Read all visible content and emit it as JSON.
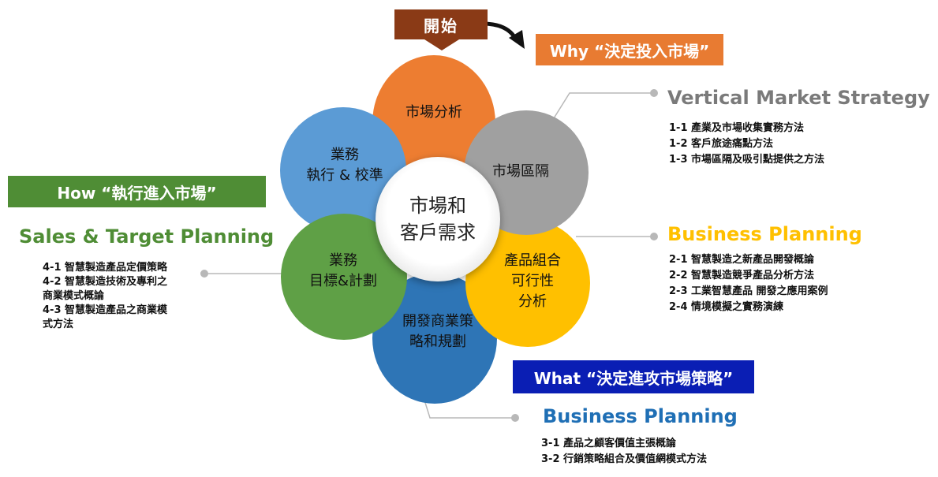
{
  "start": {
    "label": "開始"
  },
  "banners": {
    "why": "Why “決定投入市場”",
    "how": "How “執行進入市場”",
    "what": "What “決定進攻市場策略”"
  },
  "center": {
    "line1": "市場和",
    "line2": "客戶需求"
  },
  "petals": {
    "market_analysis": {
      "line1": "市場分析"
    },
    "segmentation": {
      "line1": "市場區隔"
    },
    "portfolio": {
      "line1": "產品組合",
      "line2": "可行性",
      "line3": "分析"
    },
    "strategy": {
      "line1": "開發商業策",
      "line2": "略和規劃"
    },
    "targets": {
      "line1": "業務",
      "line2": "目標&計劃"
    },
    "execution": {
      "line1": "業務",
      "line2": "執行 & 校準"
    }
  },
  "sections": {
    "vertical_market": {
      "title": "Vertical Market Strategy",
      "items": [
        "1-1 產業及市場收集實務方法",
        "1-2 客戶旅途痛點方法",
        "1-3 市場區隔及吸引點提供之方法"
      ]
    },
    "business_planning_1": {
      "title": "Business Planning",
      "items": [
        "2-1 智慧製造之新產品開發概論",
        "2-2 智慧製造競爭產品分析方法",
        "2-3 工業智慧產品 開發之應用案例",
        "2-4 情境模擬之實務演練"
      ]
    },
    "business_planning_2": {
      "title": "Business Planning",
      "items": [
        "3-1 產品之顧客價值主張概論",
        "3-2 行銷策略組合及價值網模式方法"
      ]
    },
    "sales_target": {
      "title": "Sales & Target Planning",
      "items": [
        "4-1 智慧製造產品定價策略",
        "4-2 智慧製造技術及專利之",
        "商業模式概論",
        "4-3 智慧製造產品之商業模",
        "式方法"
      ]
    }
  },
  "colors": {
    "start": "#8a3a16",
    "why": "#e87b32",
    "how": "#4f8d35",
    "what": "#0a1eb4",
    "orange": "#ed7d31",
    "gray": "#a0a0a0",
    "yellow": "#ffc000",
    "navy": "#2e75b6",
    "green": "#5fa046",
    "blue": "#5b9bd5"
  }
}
